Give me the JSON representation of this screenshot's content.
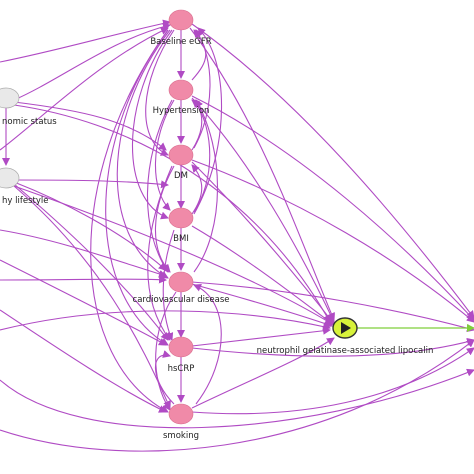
{
  "diagram": {
    "nodes": [
      {
        "id": "egfr",
        "label": "Baseline eGFR",
        "kind": "pink"
      },
      {
        "id": "htn",
        "label": "Hypertension",
        "kind": "pink"
      },
      {
        "id": "dm",
        "label": "DM",
        "kind": "pink"
      },
      {
        "id": "bmi",
        "label": "BMI",
        "kind": "pink"
      },
      {
        "id": "cvd",
        "label": "cardiovascular disease",
        "kind": "pink"
      },
      {
        "id": "hscrp",
        "label": "hsCRP",
        "kind": "pink"
      },
      {
        "id": "smoking",
        "label": "smoking",
        "kind": "pink"
      },
      {
        "id": "ngal",
        "label": "neutrophil gelatinase-associated lipocalin",
        "kind": "exposure"
      },
      {
        "id": "ses",
        "label": "nomic status",
        "kind": "grey"
      },
      {
        "id": "life",
        "label": "hy lifestyle",
        "kind": "grey"
      }
    ],
    "colors": {
      "edge": "#b04bc4",
      "outcome_edge": "#7fcf3a",
      "node_pink": "#f08aa8",
      "node_grey": "#e9e9e9",
      "exposure": "#d7f23a"
    },
    "exposure_icon": "play-icon"
  }
}
